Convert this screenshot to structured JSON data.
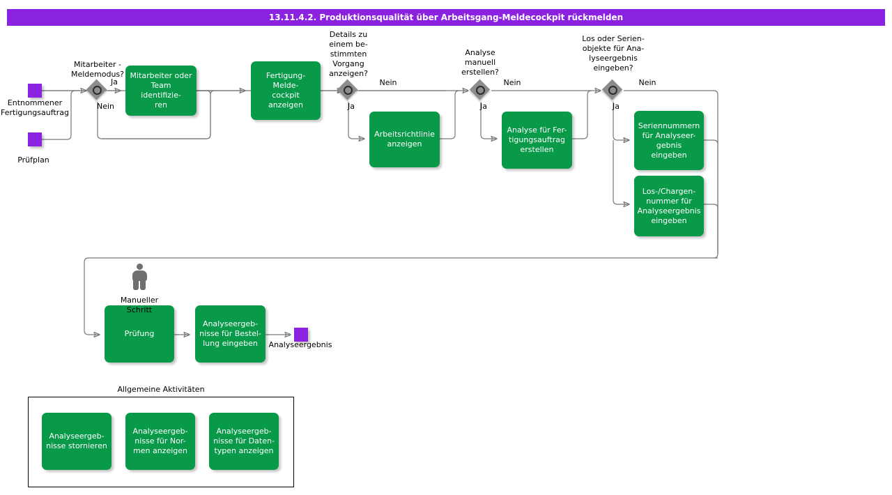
{
  "header": {
    "title": "13.11.4.2. Produktionsqualität über Arbeitsgang-Meldecockpit rückmelden",
    "bar_color": "#8B22E0"
  },
  "palette": {
    "task_green": "#089949",
    "data_purple": "#8B22E0",
    "gateway_gray": "#8c8c8c",
    "figure_gray": "#6f6f6f",
    "connector_gray": "#777777"
  },
  "data_objects": [
    {
      "id": "entnommener_fertigungsauftrag",
      "label": "Entnommener\nFertigungsauftrag"
    },
    {
      "id": "pruefplan",
      "label": "Prüfplan"
    },
    {
      "id": "analyseergebnis",
      "label": "Analyseergebnis"
    }
  ],
  "gateways": [
    {
      "id": "gw_meldemodus",
      "label": "Mitarbeiter -\nMeldemodus?",
      "yes_label": "Ja",
      "no_label": "Nein"
    },
    {
      "id": "gw_details_vorgang",
      "label": "Details zu\neinem be-\nstimmten\nVorgang\nanzeigen?",
      "yes_label": "Ja",
      "no_label": "Nein"
    },
    {
      "id": "gw_analyse_manuell",
      "label": "Analyse\nmanuell\nerstellen?",
      "yes_label": "Ja",
      "no_label": "Nein"
    },
    {
      "id": "gw_los_serien",
      "label": "Los oder Serien-\nobjekte für Ana-\nlyseergebnis\neingeben?",
      "yes_label": "Ja",
      "no_label": "Nein"
    }
  ],
  "tasks": [
    {
      "id": "t_mitarbeiter_team",
      "label": "Mitarbeiter oder\nTeam identifizie-\nren"
    },
    {
      "id": "t_meldecockpit",
      "label": "Fertigung-Melde-\ncockpit anzeigen"
    },
    {
      "id": "t_arbeitsrichtlinie",
      "label": "Arbeitsrichtlinie\nanzeigen"
    },
    {
      "id": "t_analyse_fa",
      "label": "Analyse für Fer-\ntigungsauftrag\nerstellen"
    },
    {
      "id": "t_seriennummern",
      "label": "Seriennummern\nfür Analyseer-\ngebnis eingeben"
    },
    {
      "id": "t_los_chargen",
      "label": "Los-/Chargen-\nnummer für\nAnalyseergebnis\neingeben"
    },
    {
      "id": "t_pruefung",
      "label": "Prüfung"
    },
    {
      "id": "t_analyse_bestellung",
      "label": "Analyseergeb-\nnisse für Bestel-\nlung eingeben"
    }
  ],
  "manual_step": {
    "id": "manueller_schritt",
    "label": "Manueller\nSchritt"
  },
  "general_activities": {
    "title": "Allgemeine Aktivitäten",
    "items": [
      {
        "id": "ga_stornieren",
        "label": "Analyseergeb-\nnisse stornieren"
      },
      {
        "id": "ga_normen",
        "label": "Analyseergeb-\nnisse für Nor-\nmen anzeigen"
      },
      {
        "id": "ga_datentypen",
        "label": "Analyseergeb-\nnisse für Daten-\ntypen anzeigen"
      }
    ]
  }
}
